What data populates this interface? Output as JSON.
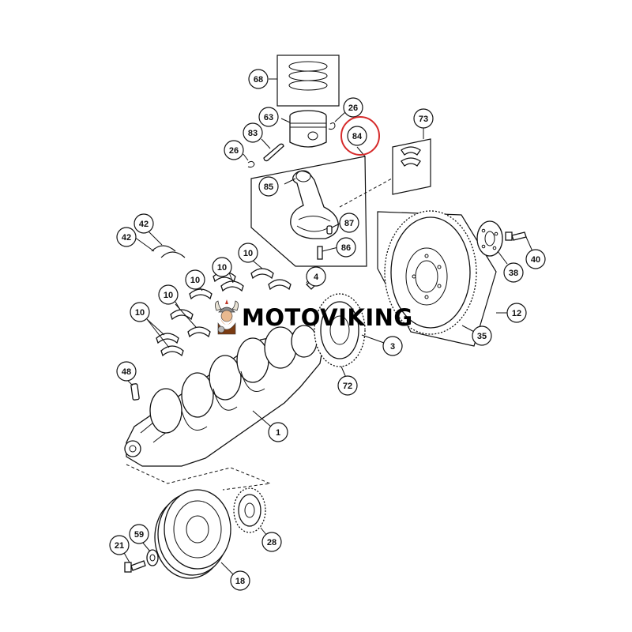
{
  "watermark": {
    "text": "MOTOVIKING"
  },
  "highlight_color": "#d62a2a",
  "callouts": {
    "c68": "68",
    "c26a": "26",
    "c63": "63",
    "c83": "83",
    "c26b": "26",
    "c84": "84",
    "c73": "73",
    "c85": "85",
    "c87": "87",
    "c86": "86",
    "c42a": "42",
    "c42b": "42",
    "c10a": "10",
    "c10b": "10",
    "c10c": "10",
    "c10d": "10",
    "c10e": "10",
    "c4": "4",
    "c3": "3",
    "c38": "38",
    "c40": "40",
    "c12": "12",
    "c35": "35",
    "c72": "72",
    "c48": "48",
    "c1": "1",
    "c28": "28",
    "c59": "59",
    "c21": "21",
    "c18": "18"
  }
}
